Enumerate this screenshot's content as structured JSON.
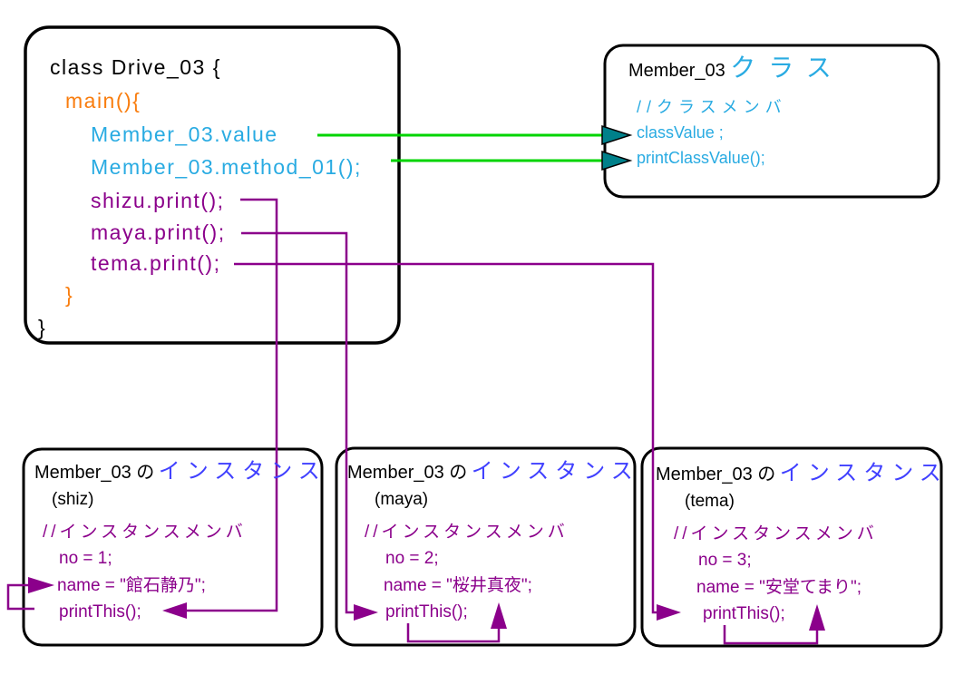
{
  "colors": {
    "black": "#000000",
    "orange": "#F97D0E",
    "cyan": "#29ABE2",
    "purple": "#8B008B",
    "blue_violet": "#4040FF",
    "green": "#00D400",
    "teal_arrowhead": "#00808A"
  },
  "driver_box": {
    "header": "class Drive_03 {",
    "main_open": "main(){",
    "stmt_class_value": "Member_03.value",
    "stmt_class_method": "Member_03.method_01();",
    "stmt_shizu": "shizu.print();",
    "stmt_maya": "maya.print();",
    "stmt_tema": "tema.print();",
    "main_close": "}",
    "class_close": "}"
  },
  "class_box": {
    "title_name": "Member_03 ",
    "title_kind": "クラス",
    "comment": "//クラスメンバ",
    "field": "classValue ;",
    "method": "printClassValue();"
  },
  "instance_boxes": [
    {
      "title_name": "Member_03 の",
      "title_kind": "インスタンス",
      "var_name": "(shiz)",
      "comment": "//インスタンスメンバ",
      "field_no": "no = 1;",
      "field_name": "name = \"館石静乃\";",
      "method": "printThis();"
    },
    {
      "title_name": "Member_03 の",
      "title_kind": "インスタンス",
      "var_name": "(maya)",
      "comment": "//インスタンスメンバ",
      "field_no": "no = 2;",
      "field_name": "name = \"桜井真夜\";",
      "method": "printThis();"
    },
    {
      "title_name": "Member_03 の",
      "title_kind": "インスタンス",
      "var_name": "(tema)",
      "comment": "//インスタンスメンバ",
      "field_no": "no = 3;",
      "field_name": "name = \"安堂てまり\";",
      "method": "printThis();"
    }
  ]
}
